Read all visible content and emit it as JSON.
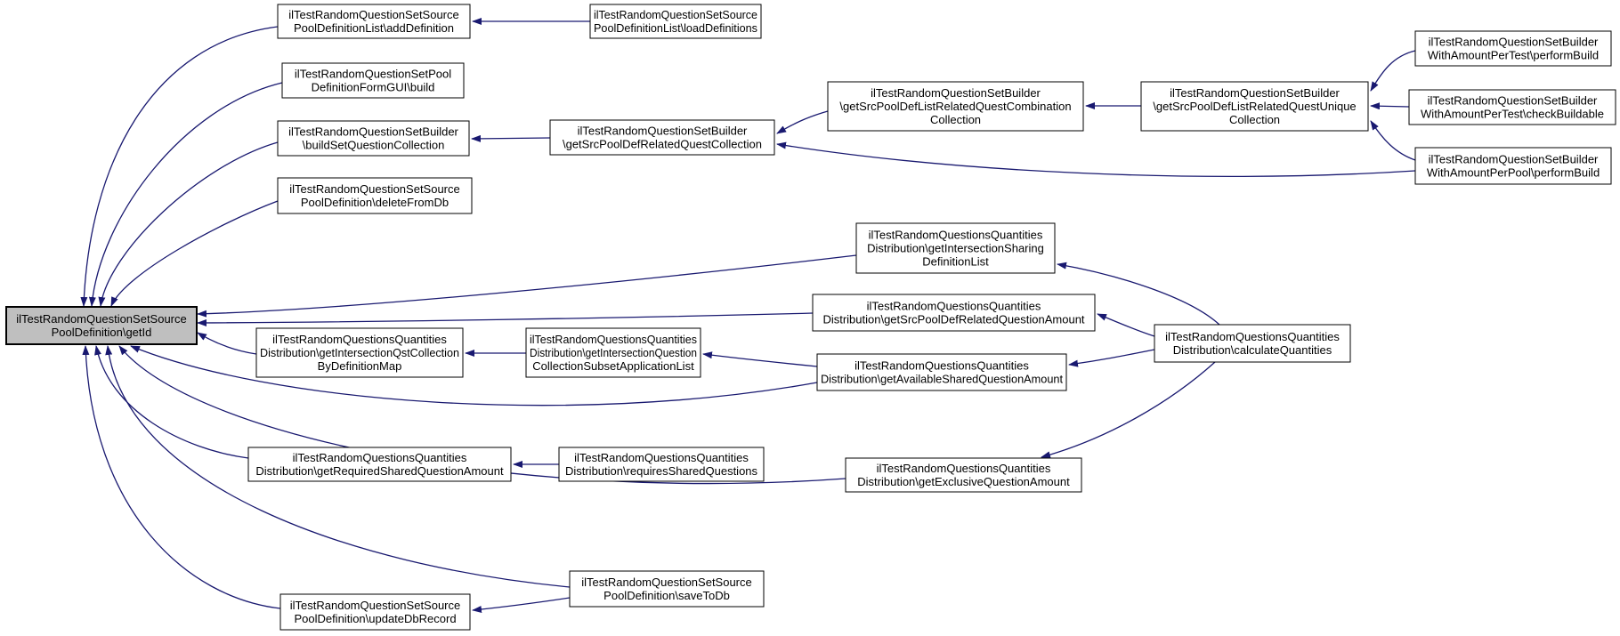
{
  "diagram": {
    "type": "call-graph",
    "colors": {
      "edge": "#191970",
      "node_border": "#000000",
      "node_fill": "#ffffff",
      "highlight_fill": "#bfbfbf",
      "text": "#000000",
      "background": "#ffffff"
    },
    "nodes": [
      {
        "id": "getId",
        "highlighted": true,
        "lines": [
          "ilTestRandomQuestionSetSource",
          "PoolDefinition\\getId"
        ]
      },
      {
        "id": "addDefinition",
        "highlighted": false,
        "lines": [
          "ilTestRandomQuestionSetSource",
          "PoolDefinitionList\\addDefinition"
        ]
      },
      {
        "id": "loadDefinitions",
        "highlighted": false,
        "lines": [
          "ilTestRandomQuestionSetSource",
          "PoolDefinitionList\\loadDefinitions"
        ]
      },
      {
        "id": "formGuiBuild",
        "highlighted": false,
        "lines": [
          "ilTestRandomQuestionSetPool",
          "DefinitionFormGUI\\build"
        ]
      },
      {
        "id": "buildSetQuestionCollection",
        "highlighted": false,
        "lines": [
          "ilTestRandomQuestionSetBuilder",
          "\\buildSetQuestionCollection"
        ]
      },
      {
        "id": "deleteFromDb",
        "highlighted": false,
        "lines": [
          "ilTestRandomQuestionSetSource",
          "PoolDefinition\\deleteFromDb"
        ]
      },
      {
        "id": "getSrcPoolDefRelatedQuestCollection",
        "highlighted": false,
        "lines": [
          "ilTestRandomQuestionSetBuilder",
          "\\getSrcPoolDefRelatedQuestCollection"
        ]
      },
      {
        "id": "combinationCollection",
        "highlighted": false,
        "lines": [
          "ilTestRandomQuestionSetBuilder",
          "\\getSrcPoolDefListRelatedQuestCombination",
          "Collection"
        ]
      },
      {
        "id": "uniqueCollection",
        "highlighted": false,
        "lines": [
          "ilTestRandomQuestionSetBuilder",
          "\\getSrcPoolDefListRelatedQuestUnique",
          "Collection"
        ]
      },
      {
        "id": "perTestPerformBuild",
        "highlighted": false,
        "lines": [
          "ilTestRandomQuestionSetBuilder",
          "WithAmountPerTest\\performBuild"
        ]
      },
      {
        "id": "perTestCheckBuildable",
        "highlighted": false,
        "lines": [
          "ilTestRandomQuestionSetBuilder",
          "WithAmountPerTest\\checkBuildable"
        ]
      },
      {
        "id": "perPoolPerformBuild",
        "highlighted": false,
        "lines": [
          "ilTestRandomQuestionSetBuilder",
          "WithAmountPerPool\\performBuild"
        ]
      },
      {
        "id": "getIntersectionSharingDefinitionList",
        "highlighted": false,
        "lines": [
          "ilTestRandomQuestionsQuantities",
          "Distribution\\getIntersectionSharing",
          "DefinitionList"
        ]
      },
      {
        "id": "getSrcPoolDefRelatedQuestionAmount",
        "highlighted": false,
        "lines": [
          "ilTestRandomQuestionsQuantities",
          "Distribution\\getSrcPoolDefRelatedQuestionAmount"
        ]
      },
      {
        "id": "getIntersectionQstCollectionByDefinitionMap",
        "highlighted": false,
        "lines": [
          "ilTestRandomQuestionsQuantities",
          "Distribution\\getIntersectionQstCollection",
          "ByDefinitionMap"
        ]
      },
      {
        "id": "getIntersectionQuestionCollectionSubsetApplicationList",
        "highlighted": false,
        "lines": [
          "ilTestRandomQuestionsQuantities",
          "Distribution\\getIntersectionQuestion",
          "CollectionSubsetApplicationList"
        ]
      },
      {
        "id": "getAvailableSharedQuestionAmount",
        "highlighted": false,
        "lines": [
          "ilTestRandomQuestionsQuantities",
          "Distribution\\getAvailableSharedQuestionAmount"
        ]
      },
      {
        "id": "calculateQuantities",
        "highlighted": false,
        "lines": [
          "ilTestRandomQuestionsQuantities",
          "Distribution\\calculateQuantities"
        ]
      },
      {
        "id": "getRequiredSharedQuestionAmount",
        "highlighted": false,
        "lines": [
          "ilTestRandomQuestionsQuantities",
          "Distribution\\getRequiredSharedQuestionAmount"
        ]
      },
      {
        "id": "requiresSharedQuestions",
        "highlighted": false,
        "lines": [
          "ilTestRandomQuestionsQuantities",
          "Distribution\\requiresSharedQuestions"
        ]
      },
      {
        "id": "getExclusiveQuestionAmount",
        "highlighted": false,
        "lines": [
          "ilTestRandomQuestionsQuantities",
          "Distribution\\getExclusiveQuestionAmount"
        ]
      },
      {
        "id": "saveToDb",
        "highlighted": false,
        "lines": [
          "ilTestRandomQuestionSetSource",
          "PoolDefinition\\saveToDb"
        ]
      },
      {
        "id": "updateDbRecord",
        "highlighted": false,
        "lines": [
          "ilTestRandomQuestionSetSource",
          "PoolDefinition\\updateDbRecord"
        ]
      }
    ],
    "edges": [
      {
        "from": "addDefinition",
        "to": "getId"
      },
      {
        "from": "formGuiBuild",
        "to": "getId"
      },
      {
        "from": "buildSetQuestionCollection",
        "to": "getId"
      },
      {
        "from": "deleteFromDb",
        "to": "getId"
      },
      {
        "from": "getIntersectionSharingDefinitionList",
        "to": "getId"
      },
      {
        "from": "getSrcPoolDefRelatedQuestionAmount",
        "to": "getId"
      },
      {
        "from": "getIntersectionQstCollectionByDefinitionMap",
        "to": "getId"
      },
      {
        "from": "getAvailableSharedQuestionAmount",
        "to": "getId"
      },
      {
        "from": "getRequiredSharedQuestionAmount",
        "to": "getId"
      },
      {
        "from": "getExclusiveQuestionAmount",
        "to": "getId"
      },
      {
        "from": "saveToDb",
        "to": "getId"
      },
      {
        "from": "updateDbRecord",
        "to": "getId"
      },
      {
        "from": "loadDefinitions",
        "to": "addDefinition"
      },
      {
        "from": "getSrcPoolDefRelatedQuestCollection",
        "to": "buildSetQuestionCollection"
      },
      {
        "from": "combinationCollection",
        "to": "getSrcPoolDefRelatedQuestCollection"
      },
      {
        "from": "perPoolPerformBuild",
        "to": "getSrcPoolDefRelatedQuestCollection"
      },
      {
        "from": "uniqueCollection",
        "to": "combinationCollection"
      },
      {
        "from": "perTestPerformBuild",
        "to": "uniqueCollection"
      },
      {
        "from": "perTestCheckBuildable",
        "to": "uniqueCollection"
      },
      {
        "from": "perPoolPerformBuild",
        "to": "uniqueCollection"
      },
      {
        "from": "calculateQuantities",
        "to": "getIntersectionSharingDefinitionList"
      },
      {
        "from": "calculateQuantities",
        "to": "getSrcPoolDefRelatedQuestionAmount"
      },
      {
        "from": "calculateQuantities",
        "to": "getAvailableSharedQuestionAmount"
      },
      {
        "from": "getAvailableSharedQuestionAmount",
        "to": "getIntersectionQuestionCollectionSubsetApplicationList"
      },
      {
        "from": "getIntersectionQuestionCollectionSubsetApplicationList",
        "to": "getIntersectionQstCollectionByDefinitionMap"
      },
      {
        "from": "requiresSharedQuestions",
        "to": "getRequiredSharedQuestionAmount"
      },
      {
        "from": "calculateQuantities",
        "to": "getExclusiveQuestionAmount"
      },
      {
        "from": "saveToDb",
        "to": "updateDbRecord"
      }
    ]
  }
}
